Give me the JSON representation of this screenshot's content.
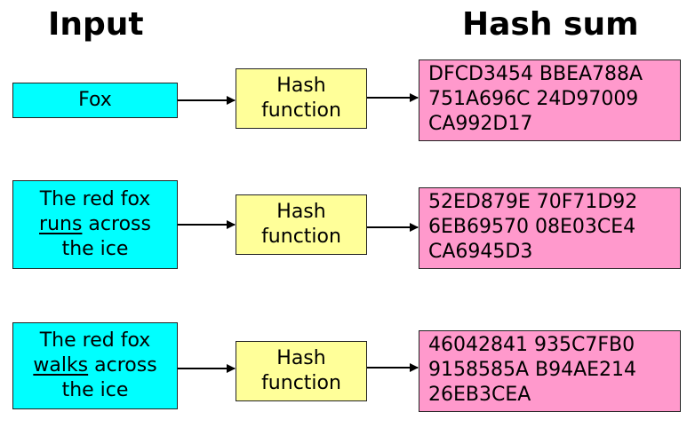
{
  "headers": {
    "input": "Input",
    "hash": "Hash sum"
  },
  "rows": [
    {
      "input": {
        "lines": [
          [
            "Fox"
          ]
        ]
      },
      "function_lines": [
        "Hash",
        "function"
      ],
      "hash_lines": [
        "DFCD3454 BBEA788A",
        "751A696C 24D97009",
        "CA992D17"
      ]
    },
    {
      "input": {
        "lines": [
          [
            "The red fox"
          ],
          [
            "runs",
            " across"
          ],
          [
            "the ice"
          ]
        ]
      },
      "function_lines": [
        "Hash",
        "function"
      ],
      "hash_lines": [
        "52ED879E 70F71D92",
        "6EB69570 08E03CE4",
        "CA6945D3"
      ]
    },
    {
      "input": {
        "lines": [
          [
            "The red fox"
          ],
          [
            "walks",
            " across"
          ],
          [
            "the ice"
          ]
        ]
      },
      "function_lines": [
        "Hash",
        "function"
      ],
      "hash_lines": [
        "46042841 935C7FB0",
        "9158585A B94AE214",
        "26EB3CEA"
      ]
    }
  ],
  "colors": {
    "input_fill": "#00ffff",
    "function_fill": "#ffff99",
    "hash_fill": "#ff99cc"
  }
}
